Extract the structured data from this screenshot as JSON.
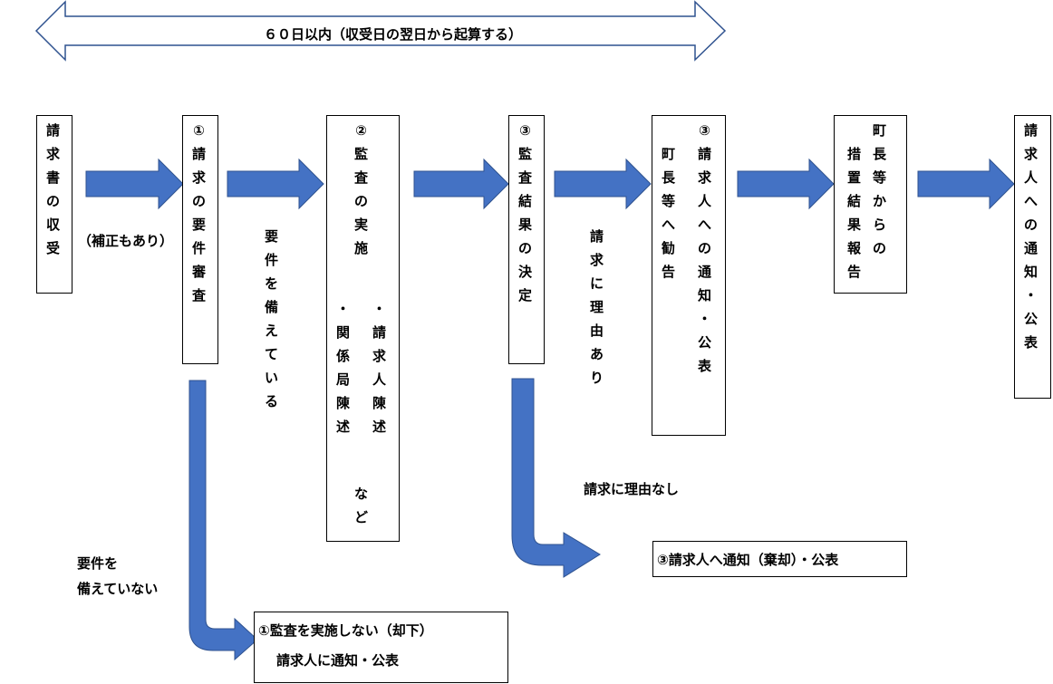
{
  "period": {
    "label": "６０日以内（収受日の翌日から起算する）"
  },
  "steps": {
    "receipt": [
      "請",
      "求",
      "書",
      "の",
      "収",
      "受"
    ],
    "review": [
      "①",
      "請",
      "求",
      "の",
      "要",
      "件",
      "審",
      "査"
    ],
    "audit_main": [
      "②",
      "監",
      "査",
      "の",
      "実",
      "施"
    ],
    "audit_col_right": [
      "・",
      "請",
      "求",
      "人",
      "陳",
      "述"
    ],
    "audit_col_left": [
      "・",
      "関",
      "係",
      "局",
      "陳",
      "述"
    ],
    "audit_etc": [
      "な",
      "ど"
    ],
    "decision": [
      "③",
      "監",
      "査",
      "結",
      "果",
      "の",
      "決",
      "定"
    ],
    "notify_right": [
      "③",
      "請",
      "求",
      "人",
      "へ",
      "の",
      "通",
      "知",
      "・",
      "公",
      "表"
    ],
    "notify_left": [
      "町",
      "長",
      "等",
      "へ",
      "勧",
      "告"
    ],
    "measures_right": [
      "町",
      "長",
      "等",
      "か",
      "ら",
      "の"
    ],
    "measures_left": [
      "措",
      "置",
      "結",
      "果",
      "報",
      "告"
    ],
    "final": [
      "請",
      "求",
      "人",
      "へ",
      "の",
      "通",
      "知",
      "・",
      "公",
      "表"
    ]
  },
  "labels": {
    "correction": "（補正もあり）",
    "meets_req": [
      "要",
      "件",
      "を",
      "備",
      "え",
      "て",
      "い",
      "る"
    ],
    "has_reason": [
      "請",
      "求",
      "に",
      "理",
      "由",
      "あ",
      "り"
    ],
    "no_reason": "請求に理由なし",
    "not_meet_line1": "要件を",
    "not_meet_line2": "備えていない"
  },
  "outcomes": {
    "rejected_line1": "③請求人へ通知（棄却）・公表",
    "dismissed_line1": "①監査を実施しない（却下）",
    "dismissed_line2": "請求人に通知・公表"
  },
  "colors": {
    "arrow_fill": "#4472c4",
    "arrow_stroke": "#2f528f"
  }
}
